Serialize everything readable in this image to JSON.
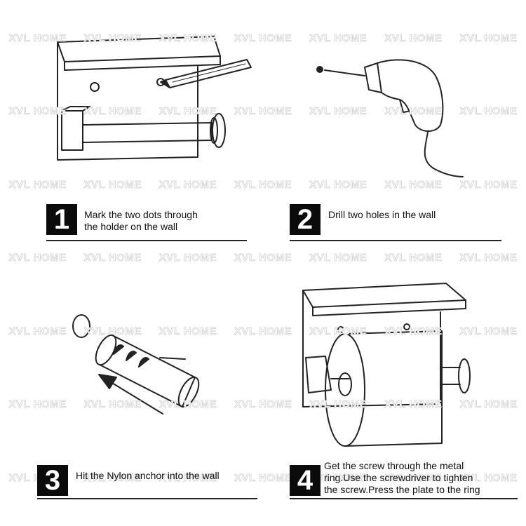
{
  "watermark": "XVL HOME",
  "steps": [
    {
      "number": "1",
      "text_line1": "Mark the two dots through",
      "text_line2": "the holder on the wall"
    },
    {
      "number": "2",
      "text_line1": "Drill two holes in the wall"
    },
    {
      "number": "3",
      "text_line1": "Hit the Nylon anchor into the wall"
    },
    {
      "number": "4",
      "text_line1": "Get the screw through the metal",
      "text_line2": "ring.Use the screwdriver to tighten",
      "text_line3": "the screw.Press the plate to the ring"
    }
  ]
}
